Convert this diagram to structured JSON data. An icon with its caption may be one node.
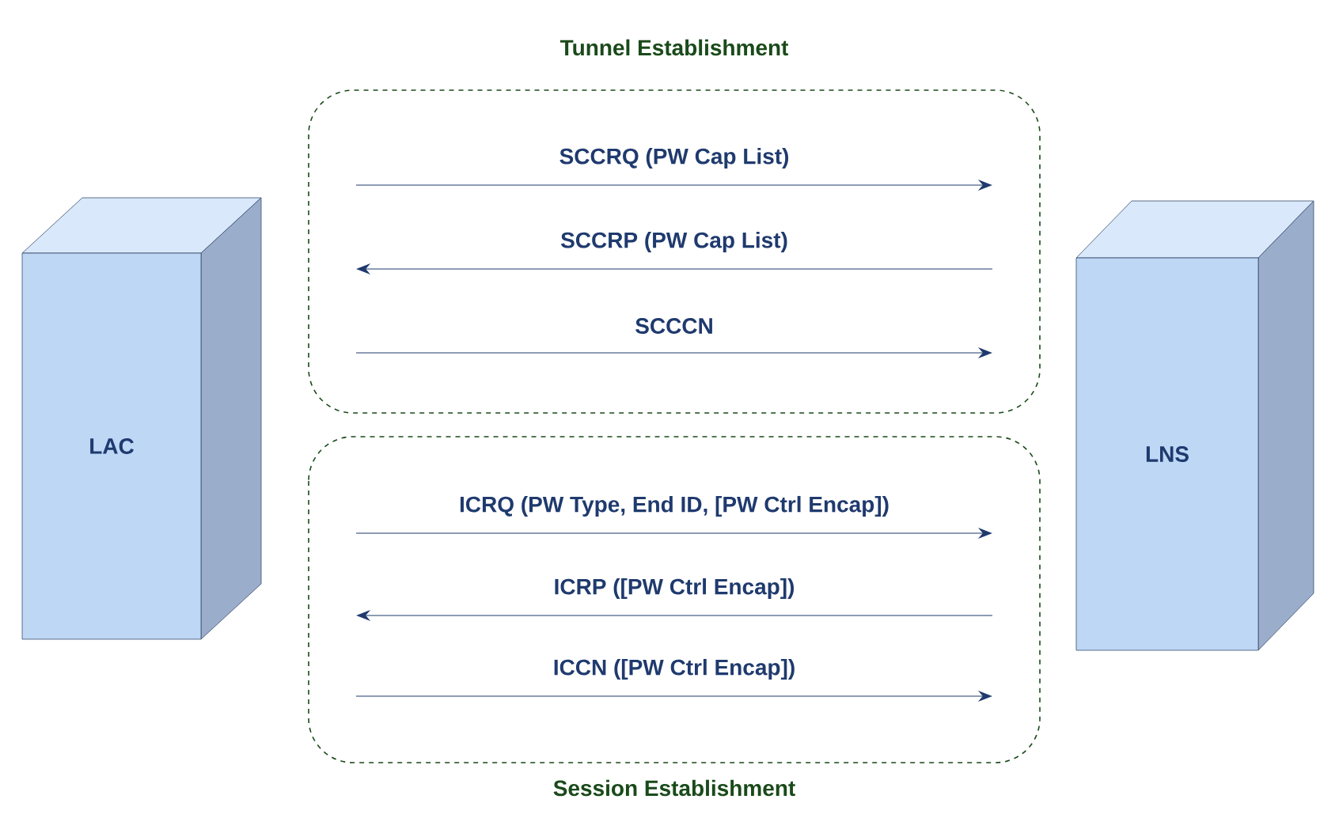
{
  "diagram": {
    "nodes": [
      {
        "text": [
          "LAC"
        ]
      },
      {
        "text": [
          "Tunnel Establishment"
        ]
      },
      {
        "text": [
          "Session Establishment"
        ]
      },
      {
        "text": [
          "LNS"
        ]
      }
    ],
    "labels": [
      "SCCRQ (PW Cap List)",
      "SCCRP (PW Cap List)",
      "SCCCN",
      "ICRQ (PW Type, End ID, [PW Ctrl Encap])",
      "ICRP ([PW Ctrl Encap])",
      "ICCN ([PW Ctrl Encap])"
    ]
  }
}
